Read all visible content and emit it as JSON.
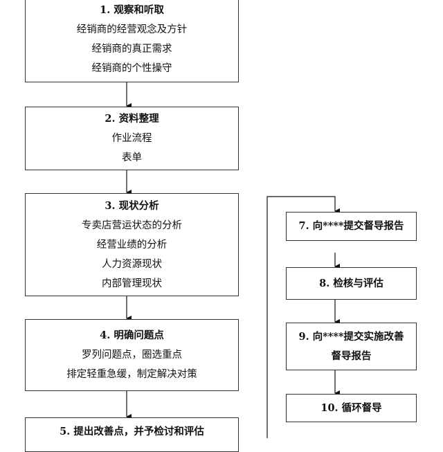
{
  "left_steps": [
    {
      "title": "1. 观察和听取",
      "lines": [
        "经销商的经营观念及方针",
        "经销商的真正需求",
        "经销商的个性操守"
      ]
    },
    {
      "title": "2. 资料整理",
      "lines": [
        "作业流程",
        "表单"
      ]
    },
    {
      "title": "3. 现状分析",
      "lines": [
        "专卖店营运状态的分析",
        "经营业绩的分析",
        "人力资源现状",
        "内部管理现状"
      ]
    },
    {
      "title": "4. 明确问题点",
      "lines": [
        "罗列问题点，圈选重点",
        "排定轻重急缓，制定解决对策"
      ]
    },
    {
      "title": "5. 提出改善点，并予检讨和评估",
      "lines": []
    }
  ],
  "right_steps": [
    {
      "title": "7. 向****提交督导报告"
    },
    {
      "title": "8. 检核与评估"
    },
    {
      "title": "9. 向****提交实施改善",
      "title_line2": "督导报告"
    },
    {
      "title": "10. 循环督导"
    }
  ]
}
